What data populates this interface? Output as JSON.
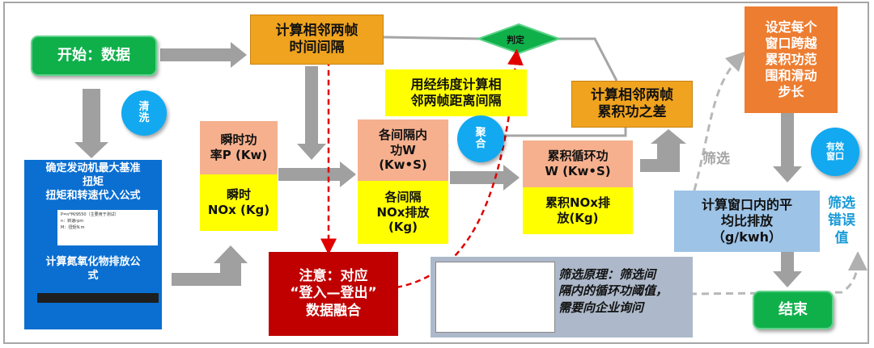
{
  "nodes": {
    "start": "开始：数据",
    "clean": "清\n洗",
    "compute_interval": "计算相邻两帧\n时间间隔",
    "decide": "判定",
    "distance_interval": "用经纬度计算相\n邻两帧距离间隔",
    "aggregate": "聚\n合",
    "calc_work_diff": "计算相邻两帧\n累积功之差",
    "window_setup": "设定每个\n窗口跨越\n累积功范\n围和滑动\n步长",
    "engine_box_title": "确定发动机最大基准\n扭矩\n扭矩和转速代入公式",
    "formula_lines": [
      "P=n*M/9550（主要用于测试）",
      "n：转速rpm",
      "M：扭矩N.m"
    ],
    "engine_box_nox": "计算氮氧化物排放公\n式",
    "inst_power": "瞬时功\n率P (Kw)",
    "inst_nox": "瞬时\nNOx (Kg)",
    "interval_work": "各间隔内\n功W\n(Kw•S)",
    "interval_nox": "各间隔\nNOx排放\n(Kg)",
    "cum_work": "累积循环功\nW (Kw•S)",
    "cum_nox": "累积NOx排\n放(Kg)",
    "valid_window": "有效\n窗口",
    "filter_label": "筛选",
    "window_avg": "计算窗口内的平\n均比排放\n（g/kwh）",
    "filter_errors": "筛选\n错误\n值",
    "end": "结束",
    "note": "注意：对应\n“登入—登出”\n数据融合",
    "principle": "筛选原理：筛选间\n隔内的循环功阈值，\n需要向企业询问"
  },
  "colors": {
    "green": "#0fb04a",
    "orange": "#f0a31e",
    "salmon": "#f6b08e",
    "yellow": "#ffff00",
    "blue": "#0b6fd1",
    "light_blue": "#9dc3e6",
    "dark_orange": "#ed7d31",
    "red": "#c00000",
    "circle": "#12a9f0",
    "arrow": "#a0a0a0"
  }
}
